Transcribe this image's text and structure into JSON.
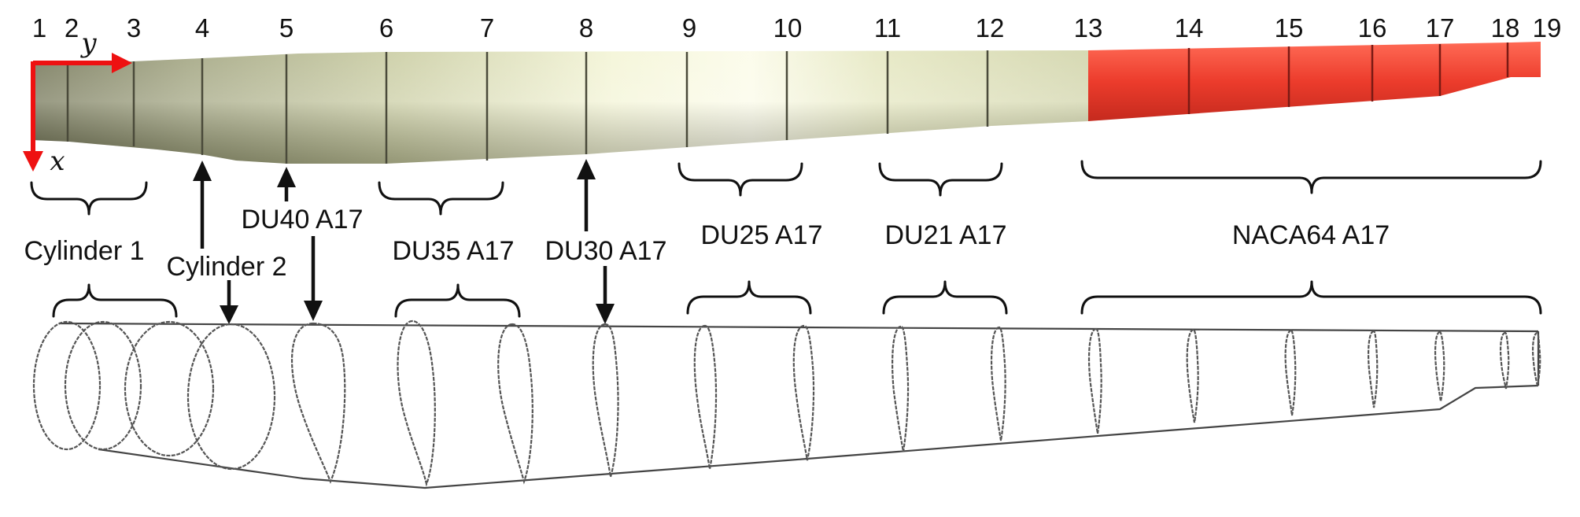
{
  "sections": {
    "numbers": [
      "1",
      "2",
      "3",
      "4",
      "5",
      "6",
      "7",
      "8",
      "9",
      "10",
      "11",
      "12",
      "13",
      "14",
      "15",
      "16",
      "17",
      "18",
      "19"
    ]
  },
  "axes": {
    "y_label": "y",
    "x_label": "x"
  },
  "airfoils": {
    "cylinder1": "Cylinder 1",
    "cylinder2": "Cylinder 2",
    "du40": "DU40 A17",
    "du35": "DU35 A17",
    "du30": "DU30 A17",
    "du25": "DU25 A17",
    "du21": "DU21 A17",
    "naca64": "NACA64 A17"
  },
  "colors": {
    "root_region": "#c9cc9c",
    "tip_region": "#e2412f",
    "axis_arrow": "#ee1111"
  }
}
